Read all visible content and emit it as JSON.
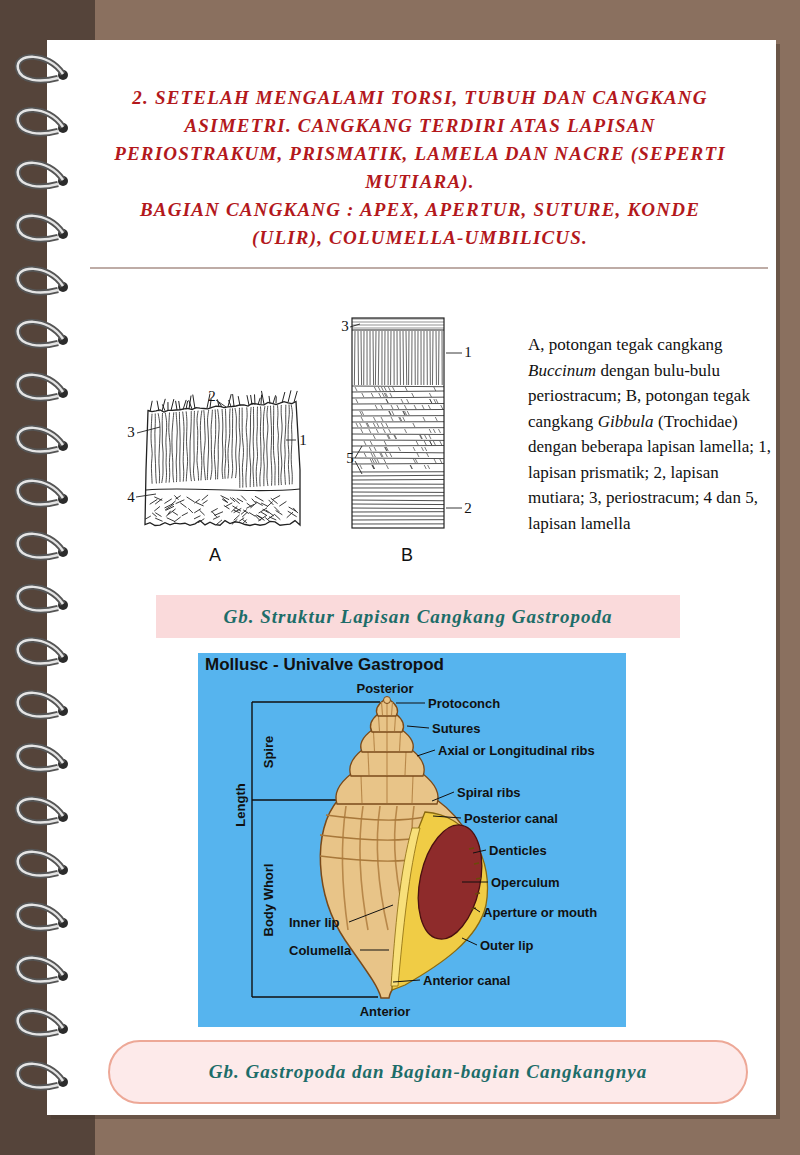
{
  "diagram": {
    "title": "2. SETELAH MENGALAMI TORSI, TUBUH DAN CANGKANG ASIMETRI. CANGKANG TERDIRI ATAS LAPISAN PERIOSTRAKUM, PRISMATIK, LAMELA DAN NACRE (SEPERTI MUTIARA).",
    "nodes": [
      {
        "text": [
          "Gb. Struktur Lapisan Cangkang Gastropoda"
        ]
      },
      {
        "text": [
          "Mollusc - Univalve Gastropod"
        ]
      },
      {
        "text": [
          "Gb. Gastropoda dan Bagian-bagian Cangkangnya"
        ]
      }
    ],
    "labels": [
      "BAGIAN CANGKANG : APEX, APERTUR, SUTURE, KONDE (ULIR), COLUMELLA-UMBILICUS.",
      "3",
      "2",
      "1",
      "4",
      "A",
      "3",
      "1",
      "5",
      "2",
      "B",
      "A, potongan tegak cangkang",
      "Buccinum",
      "dengan bulu-bulu periostracum; B, potongan tegak cangkang",
      "Gibbula",
      "(Trochidae) dengan beberapa lapisan lamella; 1, lapisan prismatik; 2, lapisan mutiara; 3, periostracum; 4 dan 5, lapisan lamella",
      "Posterior",
      "Protoconch",
      "Sutures",
      "Axial or Longitudinal ribs",
      "Spire",
      "Length",
      "Spiral ribs",
      "Posterior canal",
      "Denticles",
      "Operculum",
      "Aperture or mouth",
      "Body Whorl",
      "Inner lip",
      "Columella",
      "Outer lip",
      "Anterior canal",
      "Anterior"
    ]
  }
}
